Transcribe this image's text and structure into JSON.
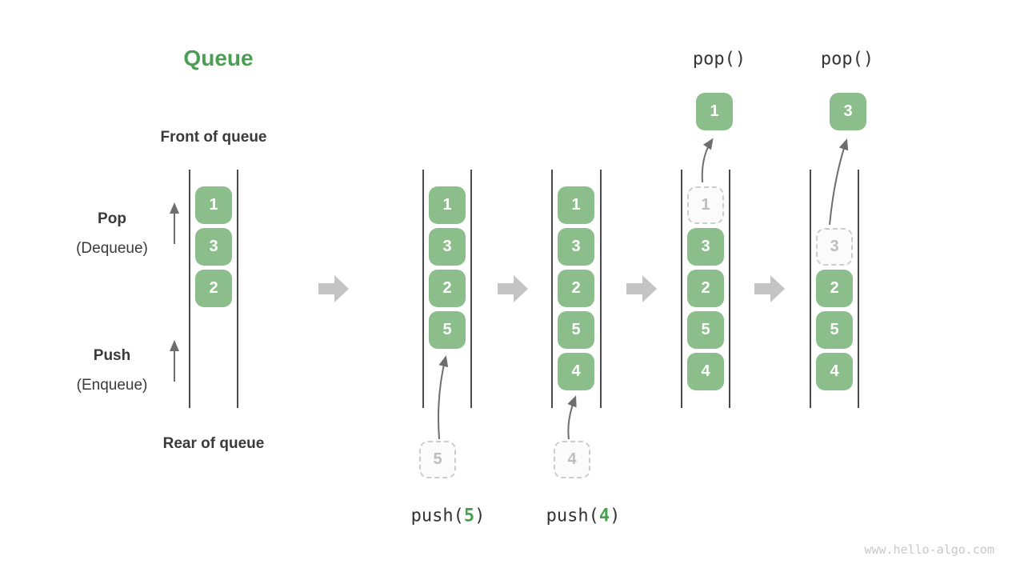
{
  "page": {
    "title": "Queue",
    "watermark": "www.hello-algo.com"
  },
  "legend": {
    "front_label": "Front of queue",
    "rear_label": "Rear of queue",
    "pop_label": "Pop",
    "pop_sublabel": "(Dequeue)",
    "push_label": "Push",
    "push_sublabel": "(Enqueue)"
  },
  "operations": [
    {
      "kind": "push",
      "prefix": "push(",
      "arg": "5",
      "suffix": ")"
    },
    {
      "kind": "push",
      "prefix": "push(",
      "arg": "4",
      "suffix": ")"
    },
    {
      "kind": "pop",
      "label": "pop()"
    },
    {
      "kind": "pop",
      "label": "pop()"
    }
  ],
  "states": [
    {
      "slots": [
        {
          "slot": 0,
          "value": "1",
          "style": "solid"
        },
        {
          "slot": 1,
          "value": "3",
          "style": "solid"
        },
        {
          "slot": 2,
          "value": "2",
          "style": "solid"
        }
      ]
    },
    {
      "incoming": {
        "value": "5"
      },
      "slots": [
        {
          "slot": 0,
          "value": "1",
          "style": "solid"
        },
        {
          "slot": 1,
          "value": "3",
          "style": "solid"
        },
        {
          "slot": 2,
          "value": "2",
          "style": "solid"
        },
        {
          "slot": 3,
          "value": "5",
          "style": "solid"
        }
      ]
    },
    {
      "incoming": {
        "value": "4"
      },
      "slots": [
        {
          "slot": 0,
          "value": "1",
          "style": "solid"
        },
        {
          "slot": 1,
          "value": "3",
          "style": "solid"
        },
        {
          "slot": 2,
          "value": "2",
          "style": "solid"
        },
        {
          "slot": 3,
          "value": "5",
          "style": "solid"
        },
        {
          "slot": 4,
          "value": "4",
          "style": "solid"
        }
      ]
    },
    {
      "popped": {
        "value": "1"
      },
      "slots": [
        {
          "slot": 0,
          "value": "1",
          "style": "dashed"
        },
        {
          "slot": 1,
          "value": "3",
          "style": "solid"
        },
        {
          "slot": 2,
          "value": "2",
          "style": "solid"
        },
        {
          "slot": 3,
          "value": "5",
          "style": "solid"
        },
        {
          "slot": 4,
          "value": "4",
          "style": "solid"
        }
      ]
    },
    {
      "popped": {
        "value": "3"
      },
      "slots": [
        {
          "slot": 1,
          "value": "3",
          "style": "dashed"
        },
        {
          "slot": 2,
          "value": "2",
          "style": "solid"
        },
        {
          "slot": 3,
          "value": "5",
          "style": "solid"
        },
        {
          "slot": 4,
          "value": "4",
          "style": "solid"
        }
      ]
    }
  ],
  "colors": {
    "green_title": "#4c9e52",
    "box_green": "#8cbe8c",
    "box_text": "#ffffff",
    "dashed_border": "#cccccc",
    "dashed_fill": "#fbfbfb",
    "dashed_text": "#bdbdbd",
    "wall": "#4a4a4a",
    "arrow": "#6e6e6e",
    "block_arrow": "#c4c4c4",
    "text_dark": "#3a3a3a",
    "watermark": "#c8c8c8"
  }
}
